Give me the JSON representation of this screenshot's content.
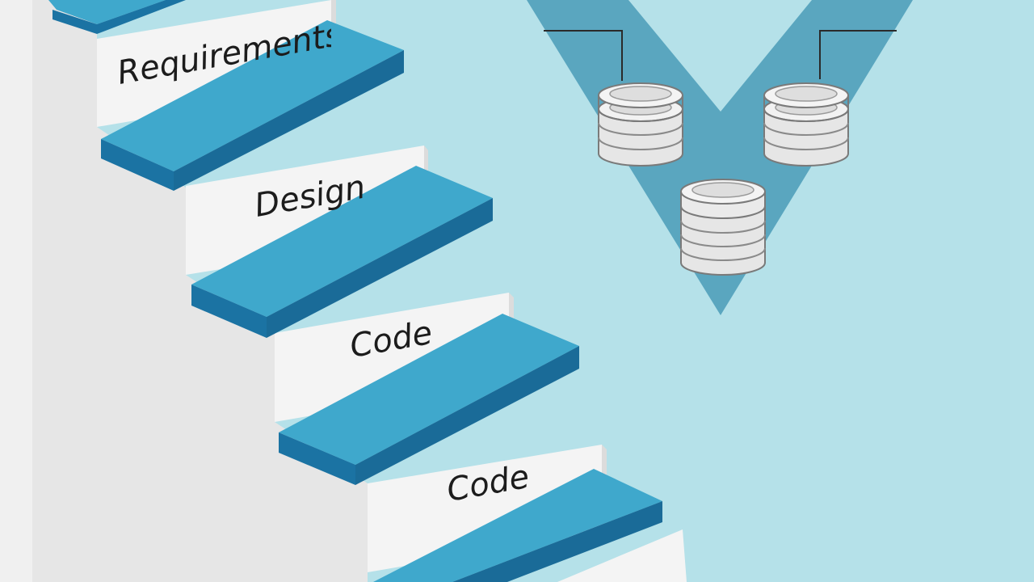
{
  "steps": [
    {
      "label": "Requirements"
    },
    {
      "label": "Design"
    },
    {
      "label": "Code"
    },
    {
      "label": "Code"
    }
  ],
  "icons": {
    "database": "database-icon",
    "v_shape": "v-chevron-shape"
  },
  "colors": {
    "background": "#b5e1e9",
    "tread_top": "#3fa8cc",
    "tread_front": "#1b73a3",
    "stair_face": "#f3f3f3",
    "stair_side": "#e2e2e2",
    "v_shape": "#5aa6bf",
    "database": "#e9e9e9"
  }
}
